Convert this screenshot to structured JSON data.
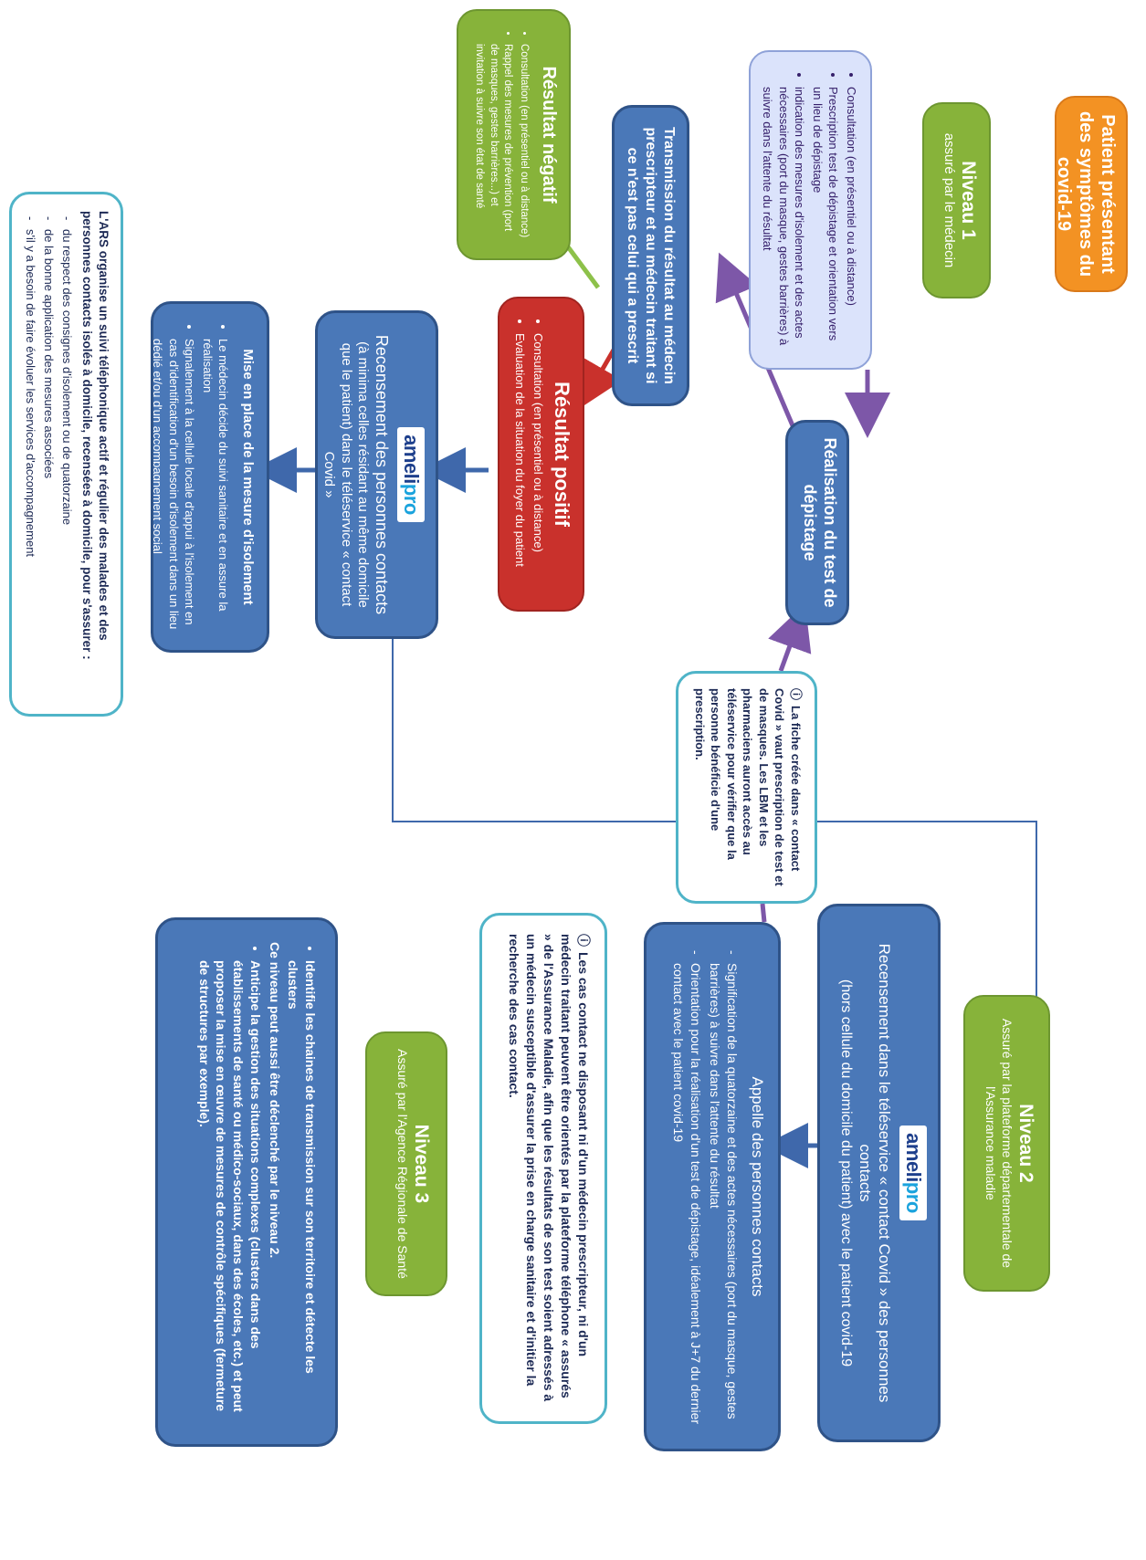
{
  "patient": {
    "title": "Patient présentant des symptômes du covid-19"
  },
  "niveau1": {
    "title": "Niveau 1",
    "subtitle": "assuré par le médecin"
  },
  "consult1": {
    "items": [
      "Consultation (en présentiel ou à distance)",
      "Prescription test de dépistage et orientation vers un lieu de dépistage",
      "indication des mesures d'isolement et des actes nécessaires (port du masque, gestes barrières) à suivre dans l'attente du résultat"
    ]
  },
  "depistage": {
    "title": "Réalisation du test de dépistage"
  },
  "transmission": {
    "text": "Transmission du résultat au médecin prescripteur et au médecin traitant si ce n'est pas celui qui a prescrit"
  },
  "negatif": {
    "title": "Résultat négatif",
    "items": [
      "Consultation (en présentiel ou à distance)",
      "Rappel des mesures de prévention (port de masques, gestes barrières...) et invitation à suivre son état de santé"
    ]
  },
  "positif": {
    "title": "Résultat positif",
    "items": [
      "Consultation (en présentiel ou à distance)",
      "Evaluation de la situation du foyer du patient"
    ]
  },
  "logo": {
    "part1": "ameli",
    "part2": "pro"
  },
  "recensement1": {
    "title": "Recensement des personnes contacts",
    "sub": "(à minima celles résidant au même domicile que le patient) dans le téléservice « contact Covid »"
  },
  "isolement": {
    "title": "Mise en place de la mesure d'isolement",
    "items": [
      "Le médecin décide du suivi sanitaire et en assure la réalisation",
      "Signalement à la cellule locale d'appui à l'isolement en cas d'identification d'un besoin d'isolement dans un lieu dédié et/ou d'un accompagnement social"
    ]
  },
  "ars": {
    "intro": "L'ARS organise un suivi téléphonique actif et régulier des malades et des personnes contacts isolés à domicile, recensées à domicile, pour s'assurer :",
    "items": [
      "du respect des consignes d'isolement ou de quatorzaine",
      "de la bonne application des mesures associées",
      "s'il y a besoin de faire évoluer les services d'accompagnement"
    ]
  },
  "fiche": {
    "icon": "ⓘ",
    "text": "La fiche créée dans « contact Covid » vaut prescription de test et de masques. Les LBM et les pharmaciens auront accès au téléservice pour vérifier que la personne bénéficie d'une prescription."
  },
  "niveau2": {
    "title": "Niveau 2",
    "subtitle": "Assuré par la plateforme départementale de l'Assurance maladie"
  },
  "recensement2": {
    "title": "Recensement dans le téléservice « contact Covid » des personnes contacts",
    "sub": "(hors cellule du domicile du patient) avec le patient covid-19"
  },
  "appelle": {
    "title": "Appelle des personnes contacts",
    "items": [
      "Signification de la quatorzaine et des actes nécessaires (port du masque, gestes barrières) à suivre dans l'attente du résultat",
      "Orientation pour la réalisation d'un test de dépistage, idéalement à J+7 du dernier contact avec le patient covid-19"
    ]
  },
  "cascontact": {
    "icon": "ⓘ",
    "text": "Les cas contact ne disposant ni d'un médecin prescripteur, ni d'un médecin traitant peuvent être orientés par la plateforme téléphone « assurés » de l'Assurance Maladie, afin que les résultats de son test soient adressés à un médecin susceptible d'assurer la prise en charge sanitaire et d'initier la recherche des cas contact."
  },
  "niveau3": {
    "title": "Niveau 3",
    "subtitle": "Assuré par l'Agence Régionale de Santé"
  },
  "ars3": {
    "item1": "Identifie les chaines de transmission sur son territoire et détecte les clusters",
    "line": "Ce niveau peut aussi être déclenché par le niveau 2.",
    "item2": "Anticipe la gestion des situations complexes (clusters dans des établissements de santé ou médico-sociaux, dans des écoles, etc.) et peut proposer la mise en œuvre de mesures de contrôle spécifiques (fermeture de structures par exemple)."
  },
  "colors": {
    "blue": "#4a78b8",
    "green": "#87b33a",
    "orange": "#f39223",
    "red": "#c9312c",
    "purple": "#7d57a8",
    "teal": "#4fb4c8"
  }
}
